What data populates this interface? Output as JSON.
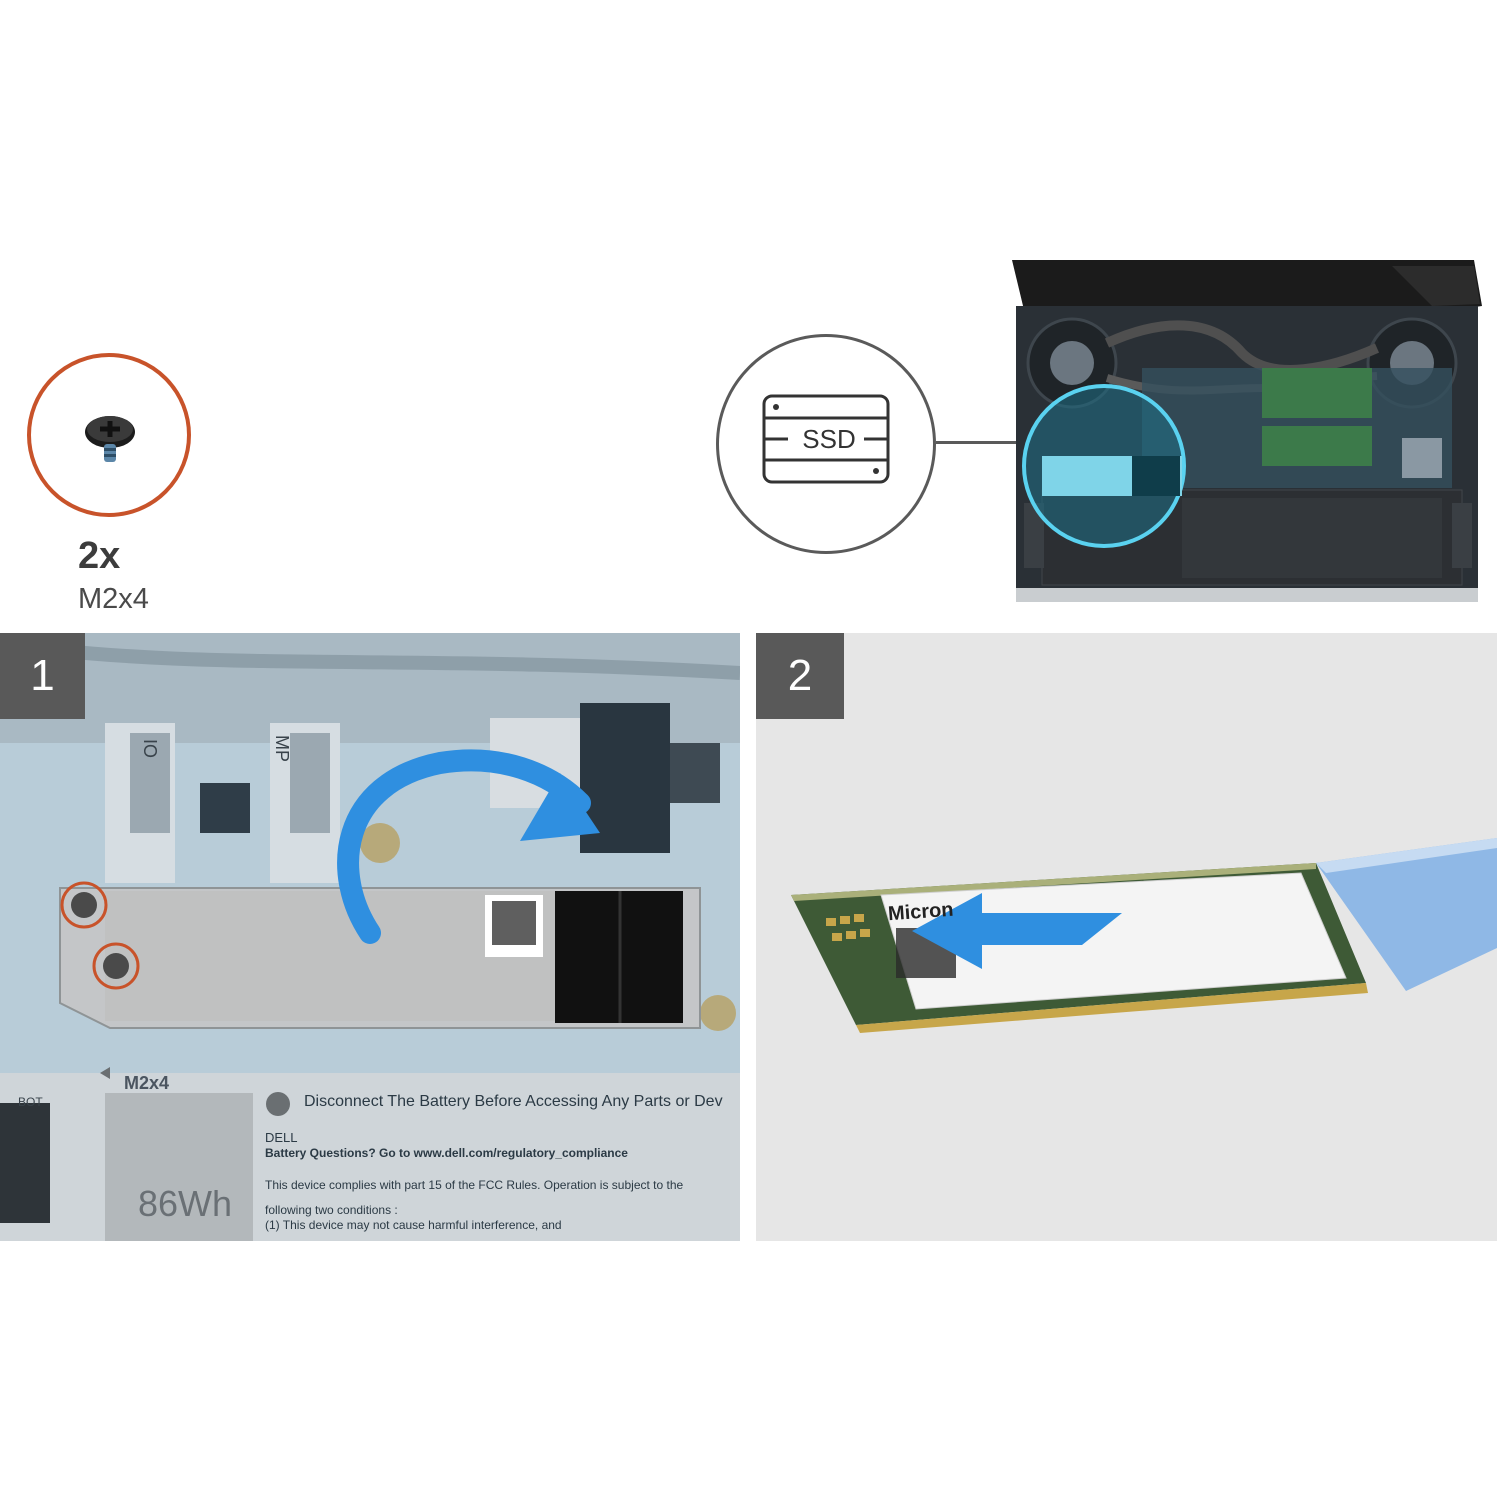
{
  "legend": {
    "count": "2x",
    "screw_type": "M2x4"
  },
  "overview": {
    "ssd_icon_label": "SSD"
  },
  "step1": {
    "number": "1",
    "screw_label": "M2x4",
    "battery_warning": "Disconnect The Battery Before Accessing Any Parts or Dev",
    "battery_brand": "DELL",
    "battery_questions": "Battery Questions? Go to www.dell.com/regulatory_compliance",
    "fcc_text": "This device complies with part 15 of the FCC Rules. Operation is subject to the",
    "conditions_text": "following two conditions :",
    "condition_1": "(1) This device may not cause harmful interference, and",
    "battery_capacity": "86Wh",
    "silk_io": "IO",
    "silk_mb": "MP",
    "silk_bot": "BOT"
  },
  "step2": {
    "number": "2",
    "ssd_brand": "Micron"
  },
  "colors": {
    "screw_ring": "#c8532a",
    "badge": "#595959",
    "arrow_blue": "#2f8fe0",
    "callout_cyan": "#5ad2f0"
  }
}
